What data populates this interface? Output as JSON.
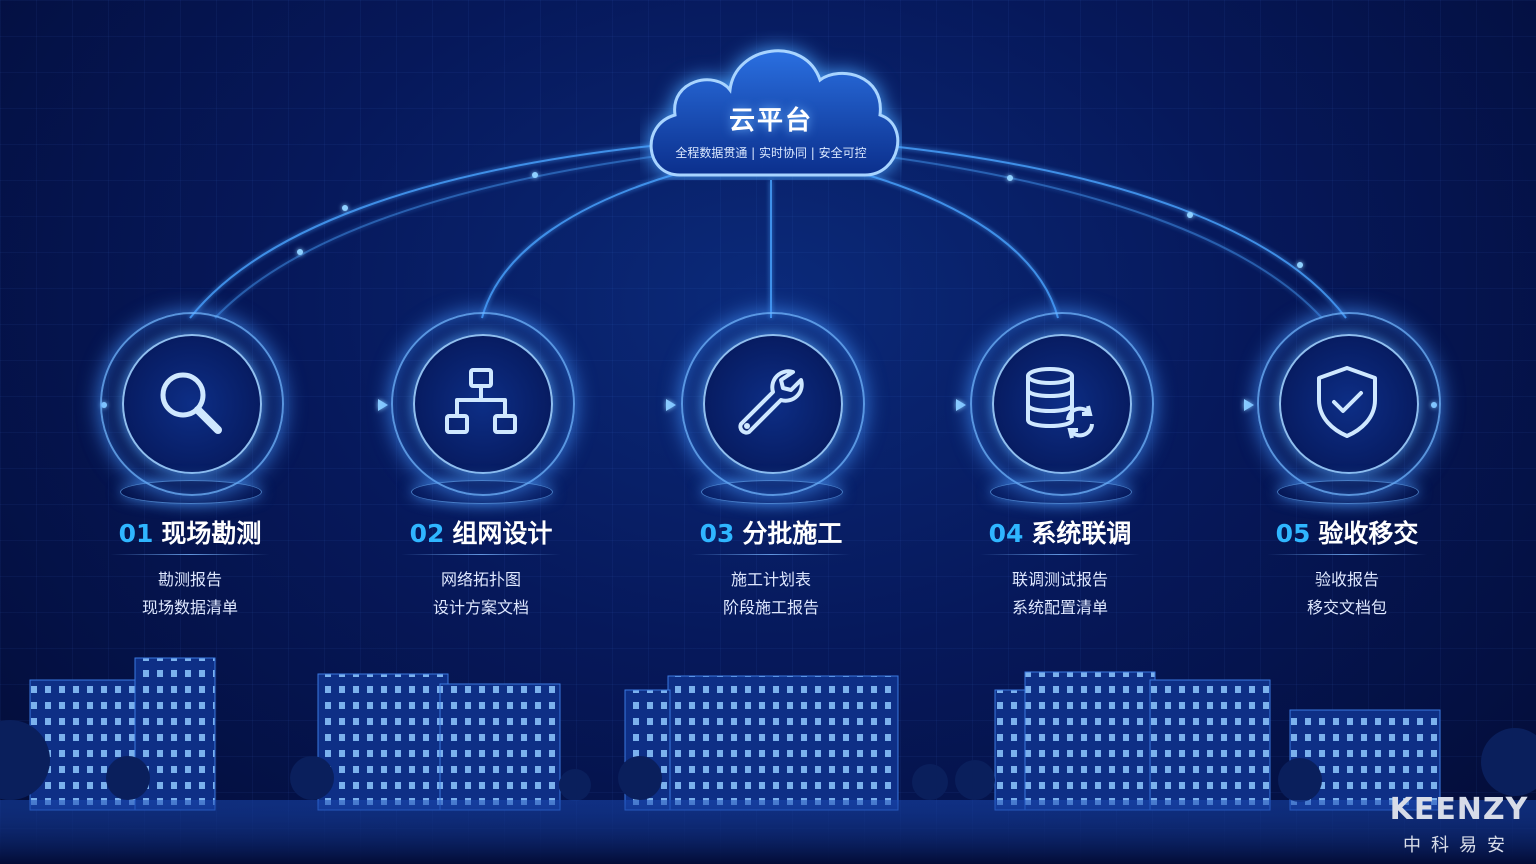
{
  "cloud": {
    "title": "云平台",
    "subtitle": "全程数据贯通 | 实时协同 | 安全可控"
  },
  "steps": [
    {
      "num": "01",
      "title": "现场勘测",
      "icon": "magnifier-icon",
      "deliverables": [
        "勘测报告",
        "现场数据清单"
      ]
    },
    {
      "num": "02",
      "title": "组网设计",
      "icon": "network-topology-icon",
      "deliverables": [
        "网络拓扑图",
        "设计方案文档"
      ]
    },
    {
      "num": "03",
      "title": "分批施工",
      "icon": "wrench-icon",
      "deliverables": [
        "施工计划表",
        "阶段施工报告"
      ]
    },
    {
      "num": "04",
      "title": "系统联调",
      "icon": "database-sync-icon",
      "deliverables": [
        "联调测试报告",
        "系统配置清单"
      ]
    },
    {
      "num": "05",
      "title": "验收移交",
      "icon": "shield-check-icon",
      "deliverables": [
        "验收报告",
        "移交文档包"
      ]
    }
  ],
  "logo": {
    "en": "KEENZY",
    "cn": "中科易安"
  },
  "colors": {
    "accent": "#2fb6ff",
    "glow": "#6fb4ff",
    "background": "#06185a"
  }
}
